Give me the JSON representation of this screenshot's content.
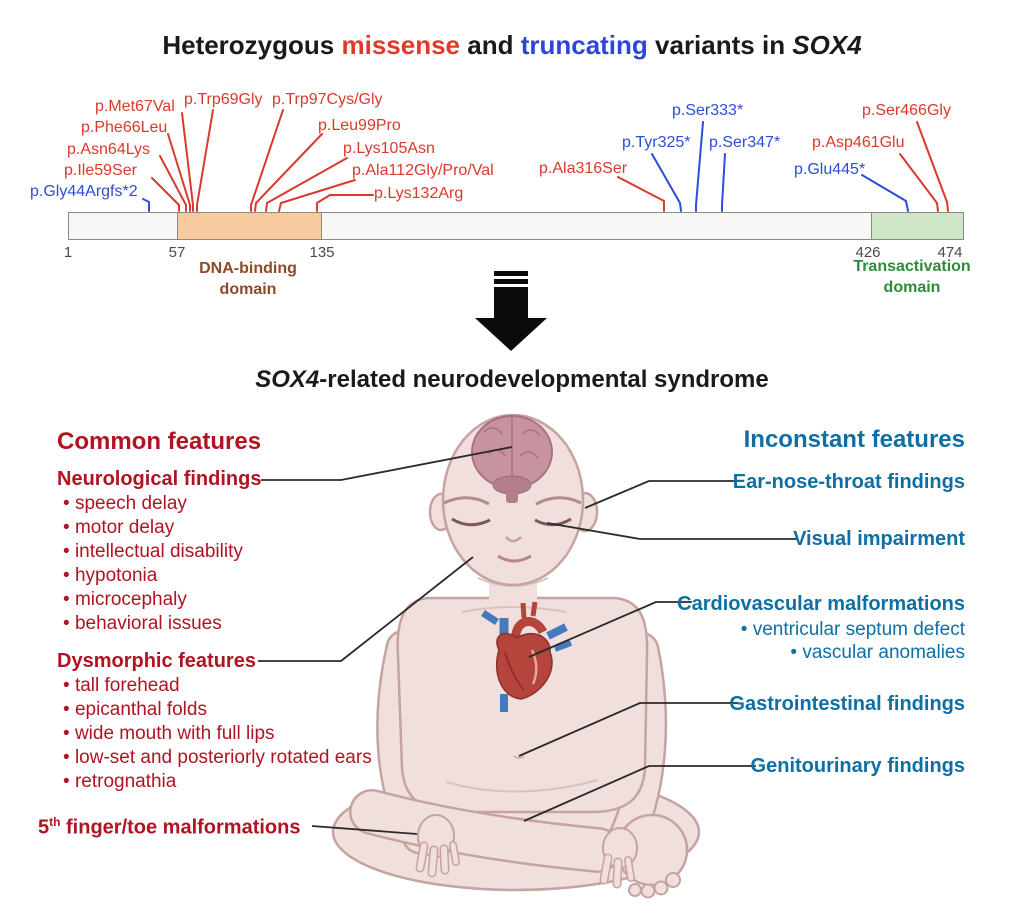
{
  "top": {
    "title": {
      "part1": "Heterozygous ",
      "missense": "missense",
      "part2": " and ",
      "truncating": "truncating",
      "part3": " variants in ",
      "gene": "SOX4"
    },
    "legend_colors": {
      "missense": "#d93a2c",
      "truncating": "#2b4ed8"
    },
    "variants": {
      "left": [
        {
          "label": "p.Met67Val",
          "type": "missense"
        },
        {
          "label": "p.Trp69Gly",
          "type": "missense"
        },
        {
          "label": "p.Trp97Cys/Gly",
          "type": "missense"
        },
        {
          "label": "p.Phe66Leu",
          "type": "missense"
        },
        {
          "label": "p.Leu99Pro",
          "type": "missense"
        },
        {
          "label": "p.Asn64Lys",
          "type": "missense"
        },
        {
          "label": "p.Lys105Asn",
          "type": "missense"
        },
        {
          "label": "p.Ile59Ser",
          "type": "missense"
        },
        {
          "label": "p.Ala112Gly/Pro/Val",
          "type": "missense"
        },
        {
          "label": "p.Gly44Argfs*2",
          "type": "truncating"
        },
        {
          "label": "p.Lys132Arg",
          "type": "missense"
        }
      ],
      "right": [
        {
          "label": "p.Ser333*",
          "type": "truncating"
        },
        {
          "label": "p.Ser466Gly",
          "type": "missense"
        },
        {
          "label": "p.Tyr325*",
          "type": "truncating"
        },
        {
          "label": "p.Ser347*",
          "type": "truncating"
        },
        {
          "label": "p.Asp461Glu",
          "type": "missense"
        },
        {
          "label": "p.Ala316Ser",
          "type": "missense"
        },
        {
          "label": "p.Glu445*",
          "type": "truncating"
        }
      ]
    },
    "protein_bar": {
      "ticks": [
        "1",
        "57",
        "135",
        "426",
        "474"
      ],
      "dna_domain_label": "DNA-binding\ndomain",
      "ta_domain_label": "Transactivation\ndomain",
      "dna_domain_color": "#f7cb9d",
      "ta_domain_color": "#cee5c8"
    }
  },
  "middle": {
    "title_gene": "SOX4",
    "title_rest": "-related neurodevelopmental syndrome"
  },
  "left_column": {
    "heading": "Common features",
    "color": "#b01423",
    "neurological": {
      "title": "Neurological findings",
      "items": [
        "speech delay",
        "motor delay",
        "intellectual disability",
        "hypotonia",
        "microcephaly",
        "behavioral issues"
      ]
    },
    "dysmorphic": {
      "title": "Dysmorphic features",
      "items": [
        "tall forehead",
        "epicanthal folds",
        "wide mouth with full lips",
        "low-set and posteriorly rotated ears",
        "retrognathia"
      ]
    },
    "finger": {
      "num": "5",
      "sup": "th",
      "rest": " finger/toe malformations"
    }
  },
  "right_column": {
    "heading": "Inconstant features",
    "color": "#0f6fa5",
    "ent": "Ear-nose-throat findings",
    "visual": "Visual impairment",
    "cardio": {
      "title": "Cardiovascular malformations",
      "items": [
        "ventricular septum defect",
        "vascular anomalies"
      ]
    },
    "gastro": "Gastrointestinal findings",
    "genito": "Genitourinary findings"
  }
}
